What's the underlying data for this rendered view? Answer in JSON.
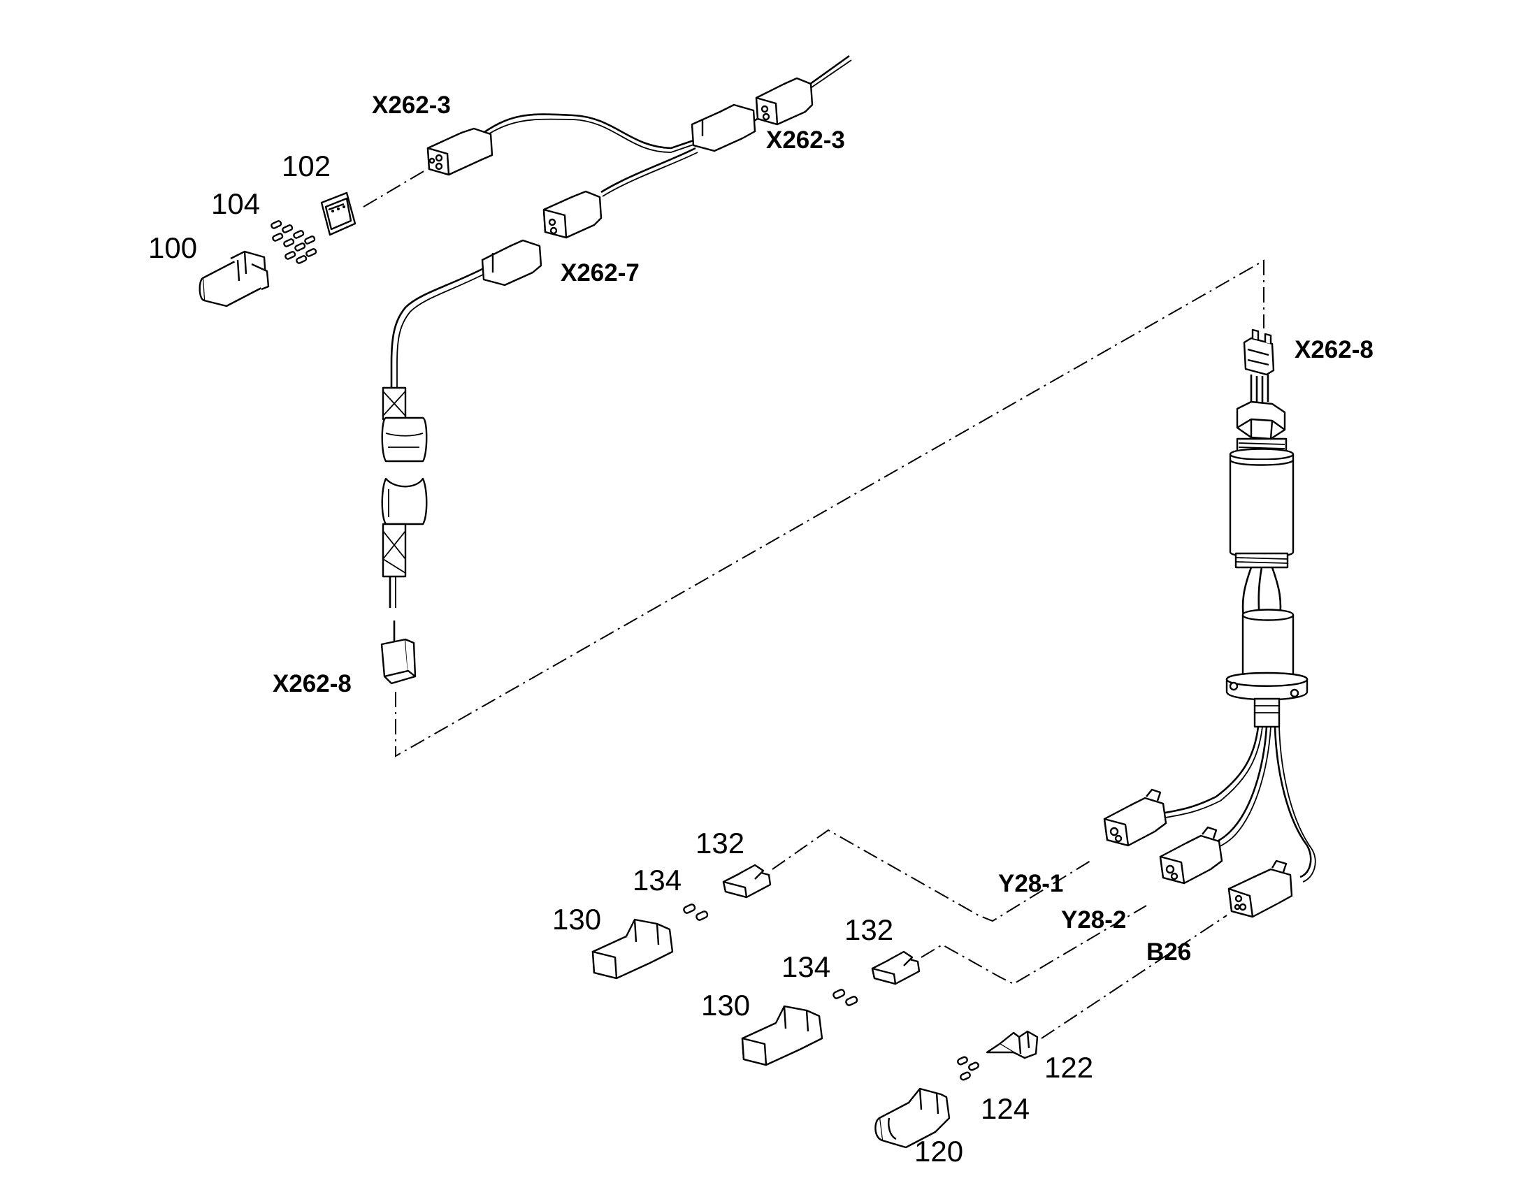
{
  "part_numbers": {
    "p100": "100",
    "p102": "102",
    "p104": "104",
    "p120": "120",
    "p122": "122",
    "p124": "124",
    "p130a": "130",
    "p132a": "132",
    "p134a": "134",
    "p130b": "130",
    "p132b": "132",
    "p134b": "134"
  },
  "connector_labels": {
    "x262_3_left": "X262-3",
    "x262_3_right": "X262-3",
    "x262_7": "X262-7",
    "x262_8_left": "X262-8",
    "x262_8_right": "X262-8",
    "y28_1": "Y28-1",
    "y28_2": "Y28-2",
    "b26": "B26"
  }
}
